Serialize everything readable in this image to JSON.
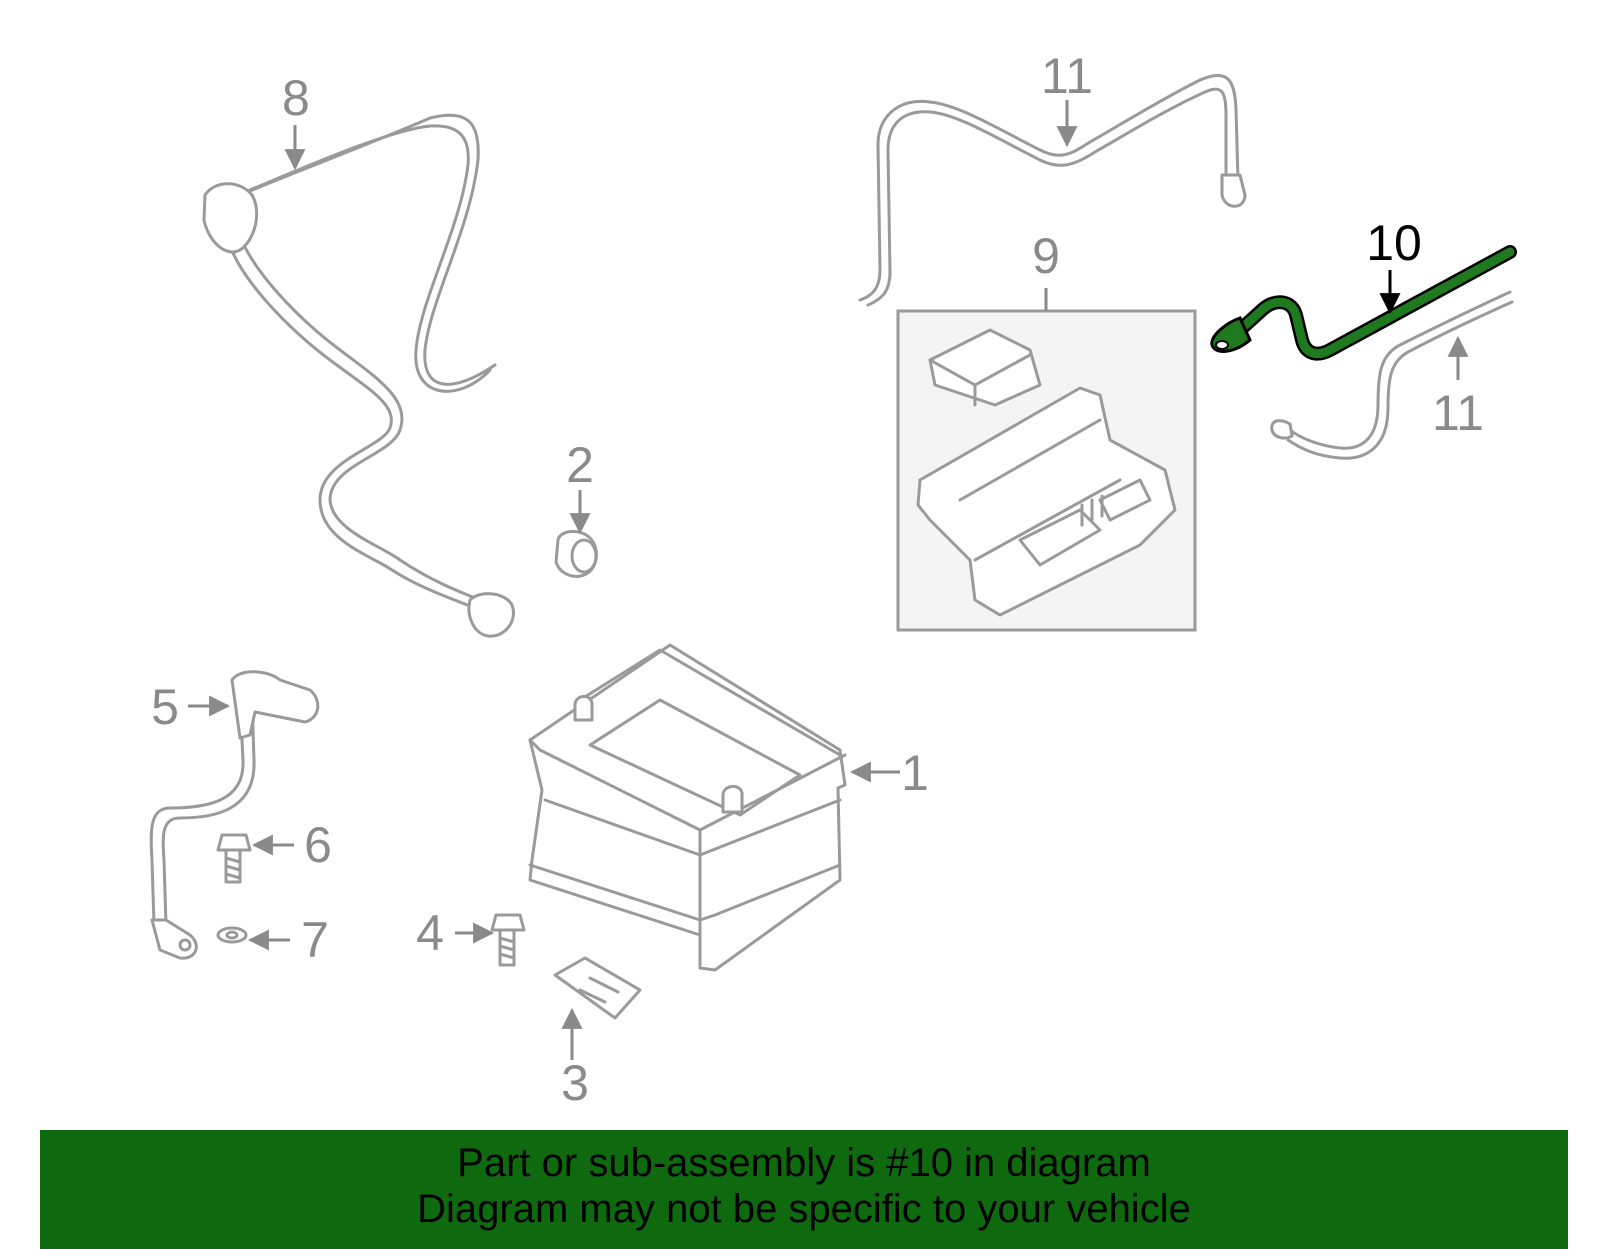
{
  "callouts": [
    {
      "id": "1",
      "label": "1"
    },
    {
      "id": "2",
      "label": "2"
    },
    {
      "id": "3",
      "label": "3"
    },
    {
      "id": "4",
      "label": "4"
    },
    {
      "id": "5",
      "label": "5"
    },
    {
      "id": "6",
      "label": "6"
    },
    {
      "id": "7",
      "label": "7"
    },
    {
      "id": "8",
      "label": "8"
    },
    {
      "id": "9",
      "label": "9"
    },
    {
      "id": "10",
      "label": "10"
    },
    {
      "id": "11a",
      "label": "11"
    },
    {
      "id": "11b",
      "label": "11"
    }
  ],
  "highlighted_part": "10",
  "colors": {
    "highlight": "#1f7a1f",
    "banner": "#0f6a0f",
    "line_art": "#9a9a9a"
  },
  "banner": {
    "line1": "Part or sub-assembly is #10 in diagram",
    "line2": "Diagram may not be specific to your vehicle"
  }
}
